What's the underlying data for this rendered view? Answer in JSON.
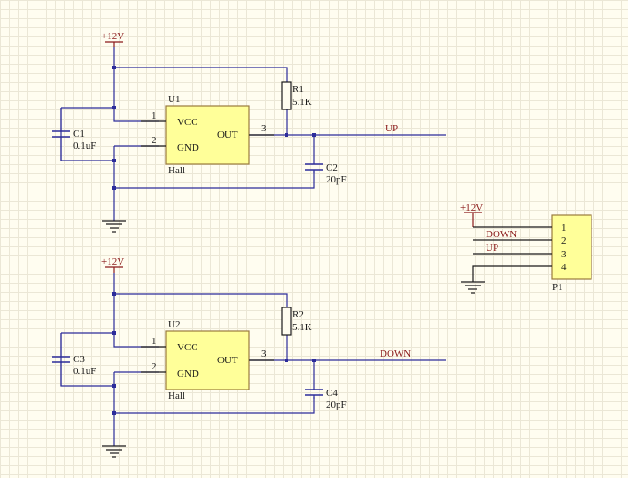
{
  "circuits": [
    {
      "power": "+12V",
      "ic": {
        "designator": "U1",
        "vcc": "VCC",
        "gnd": "GND",
        "out": "OUT",
        "type": "Hall",
        "pin_vcc": "1",
        "pin_gnd": "2",
        "pin_out": "3"
      },
      "resistor": {
        "designator": "R1",
        "value": "5.1K"
      },
      "cap_in": {
        "designator": "C1",
        "value": "0.1uF"
      },
      "cap_out": {
        "designator": "C2",
        "value": "20pF"
      },
      "net": "UP"
    },
    {
      "power": "+12V",
      "ic": {
        "designator": "U2",
        "vcc": "VCC",
        "gnd": "GND",
        "out": "OUT",
        "type": "Hall",
        "pin_vcc": "1",
        "pin_gnd": "2",
        "pin_out": "3"
      },
      "resistor": {
        "designator": "R2",
        "value": "5.1K"
      },
      "cap_in": {
        "designator": "C3",
        "value": "0.1uF"
      },
      "cap_out": {
        "designator": "C4",
        "value": "20pF"
      },
      "net": "DOWN"
    }
  ],
  "connector": {
    "designator": "P1",
    "pins": [
      "1",
      "2",
      "3",
      "4"
    ],
    "power": "+12V",
    "nets": [
      "DOWN",
      "UP"
    ]
  }
}
